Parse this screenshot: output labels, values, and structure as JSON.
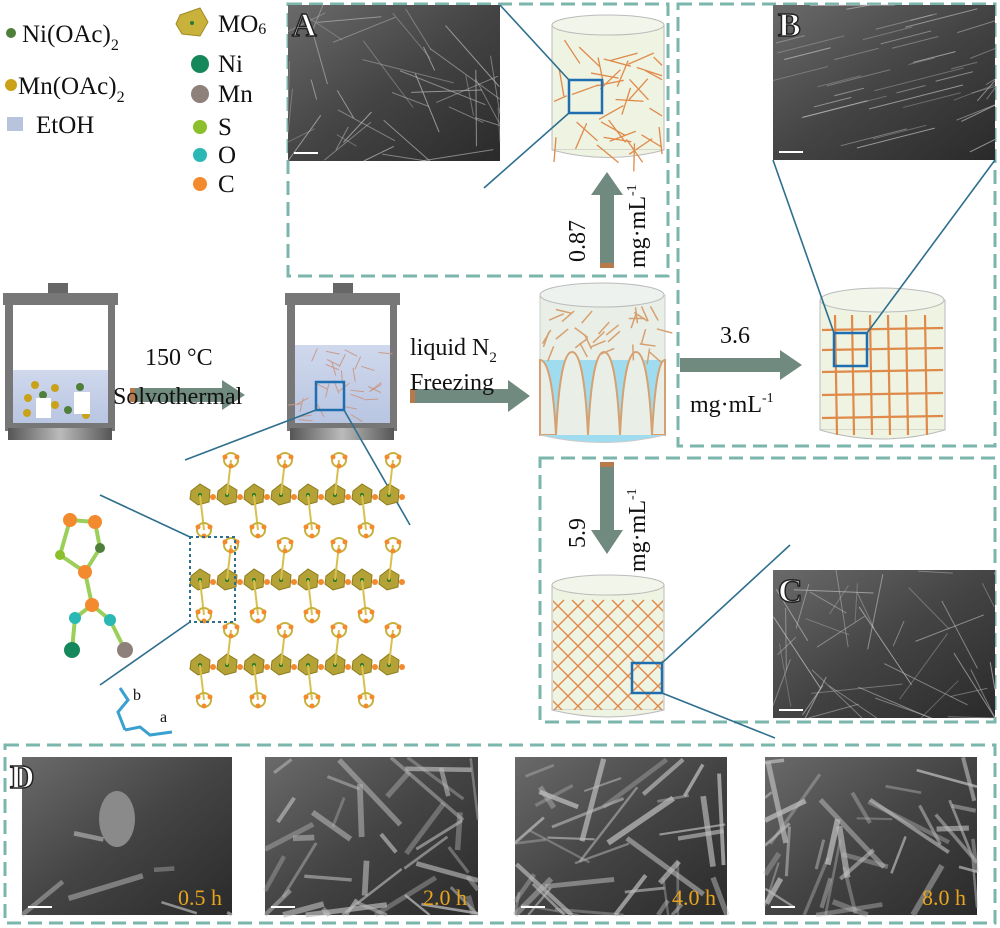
{
  "legend": {
    "reagents": [
      {
        "label": "Ni(OAc)",
        "sub": "2",
        "color": "#4f7f3a"
      },
      {
        "label": "Mn(OAc)",
        "sub": "2",
        "color": "#c9a21a"
      },
      {
        "label": "EtOH",
        "color": "#b8c4dc"
      }
    ],
    "atoms": [
      {
        "label": "MO",
        "sub": "6",
        "color": "#c8b23c"
      },
      {
        "label": "Ni",
        "color": "#16875a"
      },
      {
        "label": "Mn",
        "color": "#8e807a"
      },
      {
        "label": "S",
        "color": "#8cbf2c"
      },
      {
        "label": "O",
        "color": "#29b8b4"
      },
      {
        "label": "C",
        "color": "#f38a2e"
      }
    ]
  },
  "steps": {
    "solvothermal_temp": "150 °C",
    "solvothermal_label": "Solvothermal",
    "freezing_top": "liquid N",
    "freezing_sub": "2",
    "freezing_bottom": "Freezing"
  },
  "concentrations": {
    "a": {
      "value": "0.87",
      "unit": "mg·mL",
      "exp": "-1"
    },
    "b": {
      "value": "3.6",
      "unit": "mg·mL",
      "exp": "-1"
    },
    "c": {
      "value": "5.9",
      "unit": "mg·mL",
      "exp": "-1"
    }
  },
  "panels": {
    "a": "A",
    "b": "B",
    "c": "C",
    "d": "D"
  },
  "axes": {
    "b": "b",
    "a": "a"
  },
  "time_series": [
    "0.5 h",
    "2.0 h",
    "4.0 h",
    "8.0 h"
  ],
  "colors": {
    "dashed_border": "#7bb6ad",
    "arrow": "#708a7f",
    "fiber": "#e08a4a",
    "ice": "#9fdcf0",
    "time_label": "#e8a41c"
  }
}
